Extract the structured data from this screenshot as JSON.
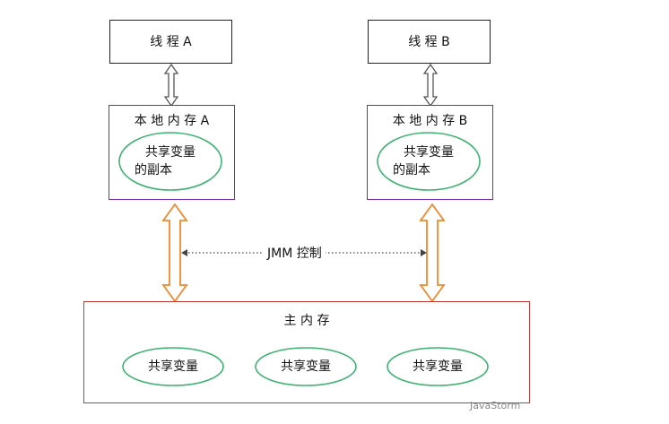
{
  "threads": [
    {
      "id": "a",
      "label": "线 程 A"
    },
    {
      "id": "b",
      "label": "线 程 B"
    }
  ],
  "local_memories": [
    {
      "id": "a",
      "label": "本 地 内 存 A",
      "copy_line1": "共享变量",
      "copy_line2": "的副本"
    },
    {
      "id": "b",
      "label": "本 地 内 存 B",
      "copy_line1": "共享变量",
      "copy_line2": "的副本"
    }
  ],
  "jmm_label": "JMM 控制",
  "main_memory": {
    "label": "主 内 存",
    "variables": [
      "共享变量",
      "共享变量",
      "共享变量"
    ]
  },
  "watermark": "JavaStorm",
  "colors": {
    "thread_border": "#222222",
    "local_border": "#7a2aa8",
    "main_border": "#c43a36",
    "ellipse_stroke": "#3cb371",
    "orange_arrow": "#f0892b",
    "arrow_gray": "#555555"
  }
}
